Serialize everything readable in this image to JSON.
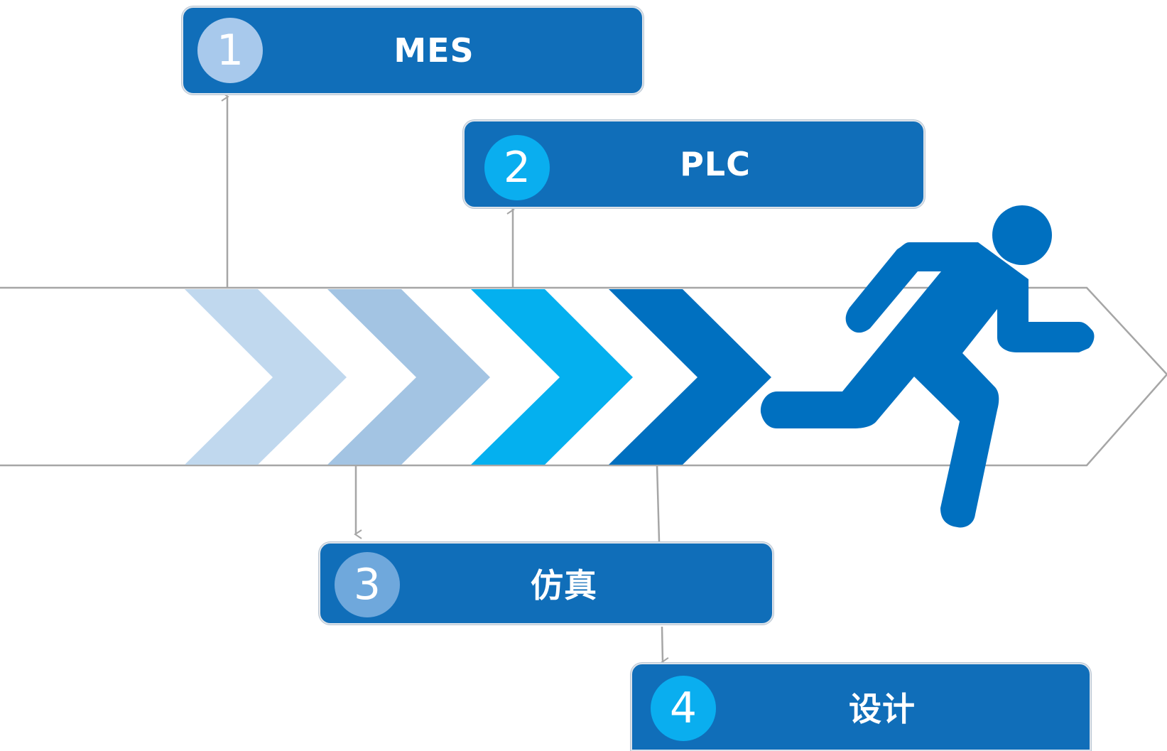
{
  "steps": [
    {
      "number": "1",
      "label": "MES",
      "badge_color": "#a8c9ec"
    },
    {
      "number": "2",
      "label": "PLC",
      "badge_color": "#0aaeef"
    },
    {
      "number": "3",
      "label": "仿真",
      "badge_color": "#6fa8dc"
    },
    {
      "number": "4",
      "label": "设计",
      "badge_color": "#0aaeef"
    }
  ],
  "colors": {
    "box_fill": "#106eb9",
    "chevron_1": "#c0d8ee",
    "chevron_2": "#a3c4e3",
    "chevron_3": "#04b0ef",
    "chevron_4": "#0070c0",
    "runner": "#0070c0",
    "connector": "#a6a6a6"
  },
  "icons": {
    "runner": "running-person-icon"
  }
}
